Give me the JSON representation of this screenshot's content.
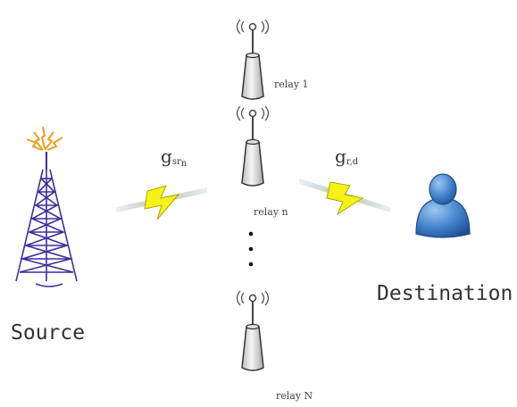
{
  "source": {
    "label": "Source",
    "icon": "transmission-tower-icon"
  },
  "destination": {
    "label": "Destination",
    "icon": "user-icon"
  },
  "relays": [
    {
      "label": "relay 1"
    },
    {
      "label": "relay n"
    },
    {
      "label": "relay N"
    }
  ],
  "links": {
    "source_to_relay": {
      "symbol": "g",
      "subscript": "sr",
      "sub_subscript": "n"
    },
    "relay_to_destination": {
      "symbol": "g",
      "subscript": "r",
      "sub_subscript": "d"
    }
  },
  "colors": {
    "tower": "#3b2f9b",
    "signal": "#e8a020",
    "bolt_fill": "#f5f21a",
    "relay_fill": "#e6e6e6",
    "user_blue": "#3f7fc9"
  }
}
